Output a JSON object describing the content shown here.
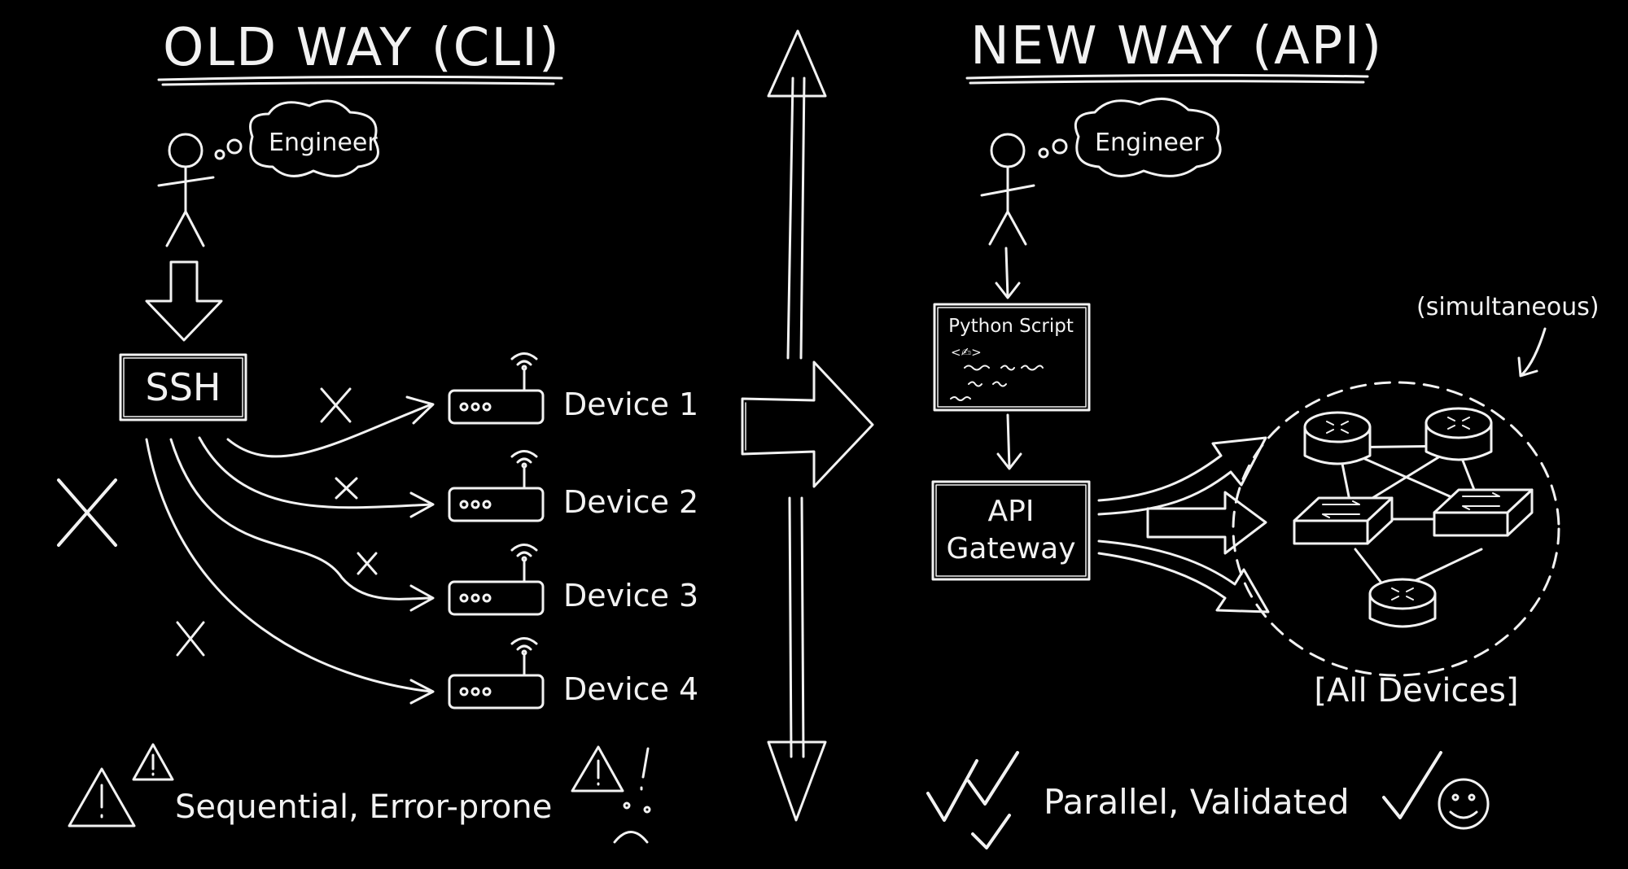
{
  "left": {
    "title": "OLD WAY (CLI)",
    "engineer_label": "Engineer",
    "ssh_label": "SSH",
    "devices": [
      "Device 1",
      "Device 2",
      "Device 3",
      "Device 4"
    ],
    "footer": "Sequential, Error-prone"
  },
  "right": {
    "title": "NEW WAY (API)",
    "engineer_label": "Engineer",
    "script_title": "Python Script",
    "script_code": "<✍>",
    "gateway_line1": "API",
    "gateway_line2": "Gateway",
    "simultaneous_note": "(simultaneous)",
    "all_devices_label": "[All Devices]",
    "footer": "Parallel, Validated"
  },
  "colors": {
    "background": "#000000",
    "chalk": "#f2f2f2"
  }
}
